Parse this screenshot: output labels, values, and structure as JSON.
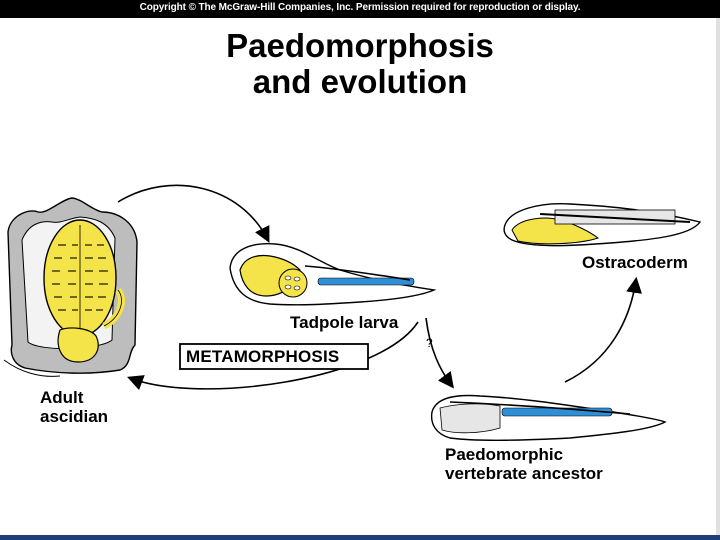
{
  "header": {
    "copyright": "Copyright © The McGraw-Hill Companies, Inc. Permission required for reproduction or display."
  },
  "title": {
    "line1": "Paedomorphosis",
    "line2": "and evolution"
  },
  "labels": {
    "adult_line1": "Adult",
    "adult_line2": "ascidian",
    "tadpole": "Tadpole larva",
    "metamorphosis": "METAMORPHOSIS",
    "question": "?",
    "ostracoderm": "Ostracoderm",
    "ancestor_line1": "Paedomorphic",
    "ancestor_line2": "vertebrate ancestor"
  },
  "colors": {
    "organ_yellow": "#f5e34a",
    "notochord_blue": "#2f8fd6",
    "tissue_gray": "#bdbdbd",
    "outline": "#000000"
  }
}
